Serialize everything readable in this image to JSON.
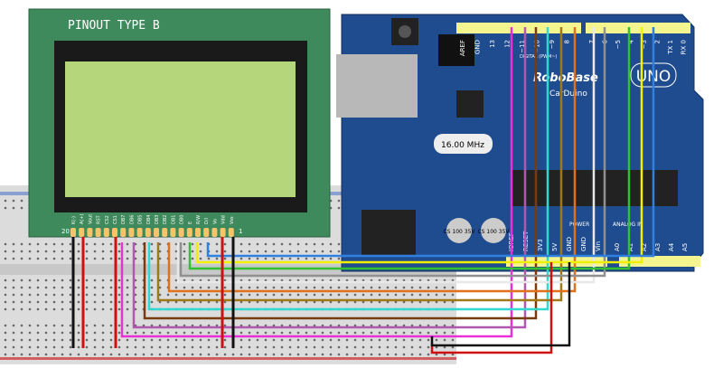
{
  "lcd": {
    "title": "PINOUT TYPE B",
    "pin_first": "20",
    "pin_last": "1",
    "pins": [
      "K(-)",
      "A(+)",
      "Vout",
      "RST",
      "CS2",
      "CS1",
      "DB7",
      "DB6",
      "DB5",
      "DB4",
      "DB3",
      "DB2",
      "DB1",
      "DB0",
      "E",
      "R/W",
      "D/I",
      "Vo",
      "Vdd",
      "Vss"
    ],
    "body_color": "#3f8a5c",
    "screen_color": "#b5d67a"
  },
  "arduino": {
    "brand": "RoboBase",
    "model": "CarDuino",
    "logo": "UNO",
    "crystal": "16.00 MHz",
    "capacitor_label": "CS 100 35V",
    "digital_label": "DIGITAL (PWM~)",
    "power_label": "POWER",
    "analog_label": "ANALOG IN",
    "top_pins_left": [
      "AREF",
      "GND",
      "13",
      "12",
      "~11",
      "~10",
      "~9",
      "8"
    ],
    "top_pins_right": [
      "7",
      "~6",
      "~5",
      "4",
      "~3",
      "2",
      "TX 1",
      "RX 0"
    ],
    "bottom_pins": [
      "IOREF",
      "RESET",
      "3V3",
      "5V",
      "GND",
      "GND",
      "Vin",
      "A0",
      "A1",
      "A2",
      "A3",
      "A4",
      "A5"
    ],
    "board_color": "#1f4c8f"
  },
  "wires": [
    {
      "color": "#e830d8"
    },
    {
      "color": "#b058b0"
    },
    {
      "color": "#7a3a10"
    },
    {
      "color": "#30d8d0"
    },
    {
      "color": "#a07818"
    },
    {
      "color": "#e0701a"
    },
    {
      "color": "#e8e8e8"
    },
    {
      "color": "#909090"
    },
    {
      "color": "#30c030"
    },
    {
      "color": "#f0f000"
    },
    {
      "color": "#3080e0"
    },
    {
      "color": "#d01010"
    },
    {
      "color": "#111111"
    }
  ]
}
